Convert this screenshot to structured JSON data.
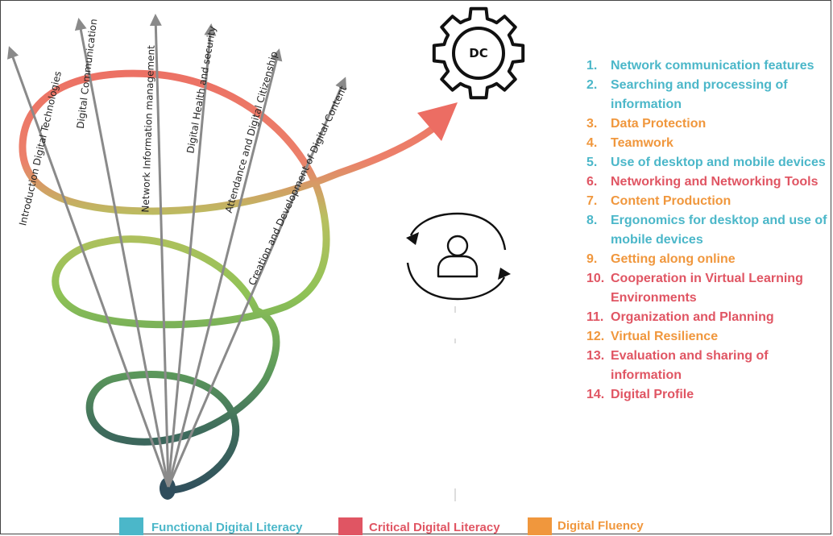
{
  "colors": {
    "functional": "#4bb7c9",
    "critical": "#e05563",
    "fluency": "#f0973d",
    "arrow": "#8a8a8a"
  },
  "hub_label": "DC",
  "axes": [
    {
      "label": "Introduction Digital Technologies"
    },
    {
      "label": "Digital Communication"
    },
    {
      "label": "Network Information management"
    },
    {
      "label": "Digital Health and security"
    },
    {
      "label": "Attendance and Digital Citizenship"
    },
    {
      "label": "Creation and Development of Digital Content"
    }
  ],
  "icons": {
    "gear": "gear-icon",
    "user_cycle": "user-cycle-icon"
  },
  "competencies": [
    {
      "num": "1.",
      "text": "Network communication features",
      "category": "functional"
    },
    {
      "num": "2.",
      "text": "Searching and processing of information",
      "category": "functional"
    },
    {
      "num": "3.",
      "text": "Data Protection",
      "category": "fluency"
    },
    {
      "num": "4.",
      "text": "Teamwork",
      "category": "fluency"
    },
    {
      "num": "5.",
      "text": "Use of desktop and mobile devices",
      "category": "functional"
    },
    {
      "num": "6.",
      "text": "Networking and Networking Tools",
      "category": "critical"
    },
    {
      "num": "7.",
      "text": "Content Production",
      "category": "fluency"
    },
    {
      "num": "8.",
      "text": "Ergonomics for desktop and use of mobile devices",
      "category": "functional"
    },
    {
      "num": "9.",
      "text": "Getting along online",
      "category": "fluency"
    },
    {
      "num": "10.",
      "text": "Cooperation in Virtual Learning Environments",
      "category": "critical"
    },
    {
      "num": "11.",
      "text": "Organization and Planning",
      "category": "critical"
    },
    {
      "num": "12.",
      "text": "Virtual Resilience",
      "category": "fluency"
    },
    {
      "num": "13.",
      "text": "Evaluation and sharing of information",
      "category": "critical"
    },
    {
      "num": "14.",
      "text": "Digital Profile",
      "category": "critical"
    }
  ],
  "legend": [
    {
      "label": "Functional Digital Literacy",
      "category": "functional"
    },
    {
      "label": "Critical Digital Literacy",
      "category": "critical"
    },
    {
      "label": "Digital Fluency",
      "category": "fluency"
    }
  ]
}
